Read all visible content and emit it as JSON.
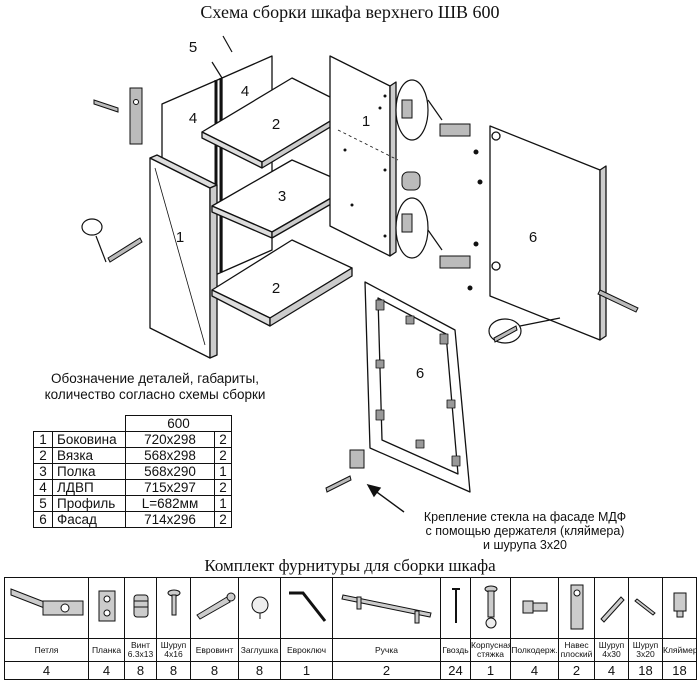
{
  "title": "Схема сборки шкафа верхнего ШВ 600",
  "diagram_labels": {
    "side_left": "1",
    "side_right": "1",
    "tie_top": "2",
    "shelf": "3",
    "tie_bottom": "2",
    "back_left": "4",
    "back_right": "4",
    "profile": "5",
    "facade_front": "6",
    "facade_back": "6"
  },
  "legend_title": [
    "Обозначение деталей, габариты,",
    "количество согласно схемы сборки"
  ],
  "parts_table": {
    "header": "600",
    "rows": [
      {
        "num": "1",
        "name": "Боковина",
        "dims": "720x298",
        "qty": "2"
      },
      {
        "num": "2",
        "name": "Вязка",
        "dims": "568x298",
        "qty": "2"
      },
      {
        "num": "3",
        "name": "Полка",
        "dims": "568x290",
        "qty": "1"
      },
      {
        "num": "4",
        "name": "ЛДВП",
        "dims": "715x297",
        "qty": "2"
      },
      {
        "num": "5",
        "name": "Профиль",
        "dims": "L=682мм",
        "qty": "1"
      },
      {
        "num": "6",
        "name": "Фасад",
        "dims": "714x296",
        "qty": "2"
      }
    ]
  },
  "glass_note": [
    "Крепление стекла на фасаде МДФ",
    "с помощью держателя (кляймера)",
    "и шурупа 3x20"
  ],
  "kit_title": "Комплект фурнитуры для сборки шкафа",
  "hardware": [
    {
      "name": "Петля",
      "count": "4",
      "icon": "hinge-icon"
    },
    {
      "name": "Планка",
      "count": "4",
      "icon": "mounting-plate-icon"
    },
    {
      "name": "Винт 6.3x13",
      "count": "8",
      "icon": "screw-6-3x13-icon"
    },
    {
      "name": "Шуруп 4x16",
      "count": "8",
      "icon": "screw-4x16-icon"
    },
    {
      "name": "Евровинт",
      "count": "8",
      "icon": "euro-screw-icon"
    },
    {
      "name": "Заглушка",
      "count": "8",
      "icon": "cap-icon"
    },
    {
      "name": "Евроключ",
      "count": "1",
      "icon": "hex-key-icon"
    },
    {
      "name": "Ручка",
      "count": "2",
      "icon": "handle-icon"
    },
    {
      "name": "Гвоздь",
      "count": "24",
      "icon": "nail-icon"
    },
    {
      "name": "Корпусная стяжка",
      "count": "1",
      "icon": "body-tie-icon"
    },
    {
      "name": "Полкодерж.",
      "count": "4",
      "icon": "shelf-holder-icon"
    },
    {
      "name": "Навес плоский",
      "count": "2",
      "icon": "flat-hanger-icon"
    },
    {
      "name": "Шуруп 4x30",
      "count": "4",
      "icon": "screw-4x30-icon"
    },
    {
      "name": "Шуруп 3x20",
      "count": "18",
      "icon": "screw-3x20-icon"
    },
    {
      "name": "Кляймер",
      "count": "18",
      "icon": "glass-clip-icon"
    }
  ]
}
